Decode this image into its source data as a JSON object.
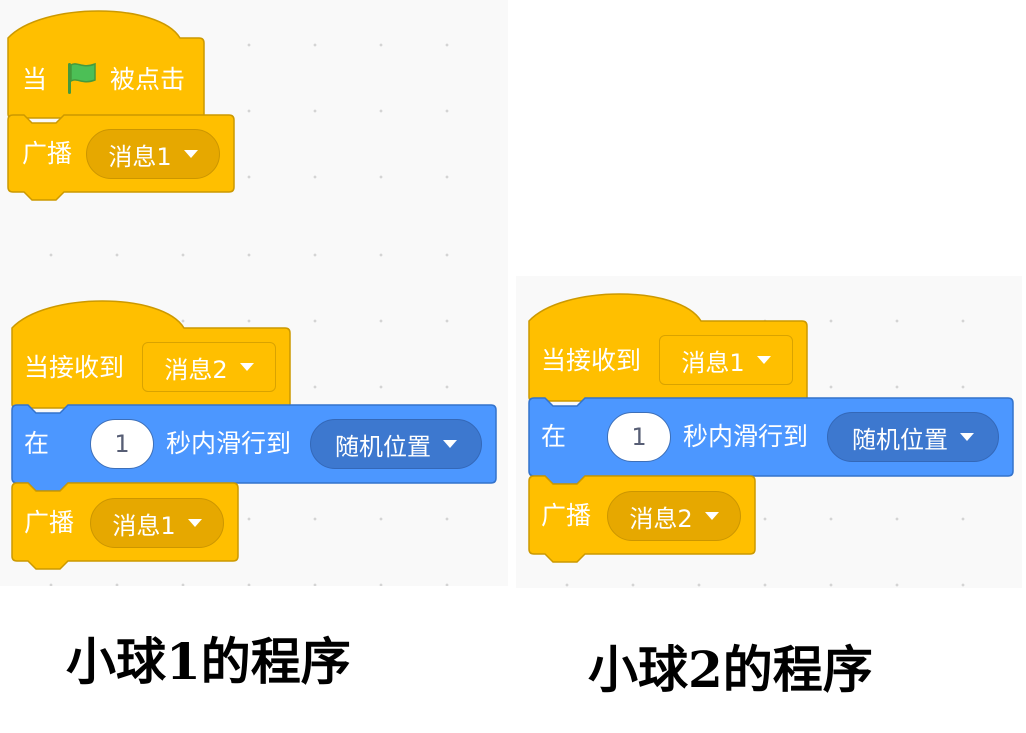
{
  "program1": {
    "script1": {
      "hat_when": "当",
      "hat_clicked": "被点击",
      "broadcast_label": "广播",
      "broadcast_message": "消息1"
    },
    "script2": {
      "hat_label": "当接收到",
      "hat_message": "消息2",
      "glide_in": "在",
      "glide_seconds": "1",
      "glide_text": "秒内滑行到",
      "glide_target": "随机位置",
      "broadcast_label": "广播",
      "broadcast_message": "消息1"
    },
    "caption": "小球1的程序"
  },
  "program2": {
    "script": {
      "hat_label": "当接收到",
      "hat_message": "消息1",
      "glide_in": "在",
      "glide_seconds": "1",
      "glide_text": "秒内滑行到",
      "glide_target": "随机位置",
      "broadcast_label": "广播",
      "broadcast_message": "消息2"
    },
    "caption": "小球2的程序"
  },
  "colors": {
    "events_block": "#ffbf00",
    "events_border": "#cc9900",
    "motion_block": "#4c97ff",
    "motion_border": "#3373cc",
    "flag": "#4cbf56"
  },
  "icons": {
    "green_flag": "green-flag-icon",
    "dropdown": "dropdown-caret-icon"
  }
}
